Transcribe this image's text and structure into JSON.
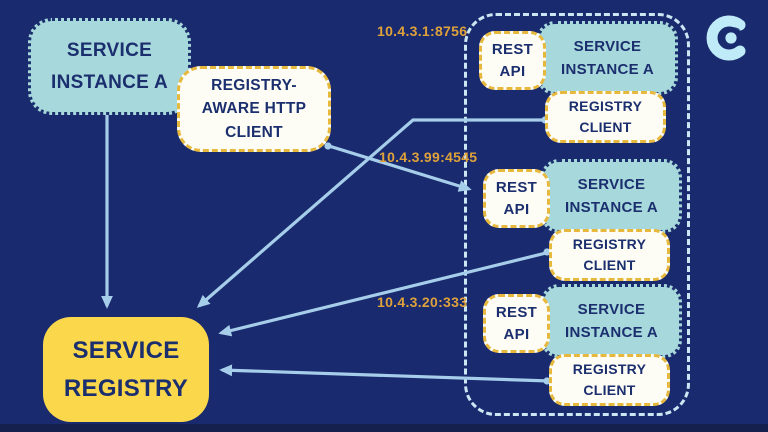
{
  "nodes": {
    "service_instance_main": {
      "lines": [
        "SERVICE",
        "INSTANCE A"
      ]
    },
    "registry_aware_client": {
      "lines": [
        "REGISTRY-",
        "AWARE HTTP",
        "CLIENT"
      ]
    },
    "service_registry": {
      "lines": [
        "SERVICE",
        "REGISTRY"
      ]
    }
  },
  "groups": [
    {
      "ip": "10.4.3.1:8756",
      "rest_api": [
        "REST",
        "API"
      ],
      "instance": [
        "SERVICE",
        "INSTANCE A"
      ],
      "registry_client": [
        "REGISTRY",
        "CLIENT"
      ]
    },
    {
      "ip": "10.4.3.99:4545",
      "rest_api": [
        "REST",
        "API"
      ],
      "instance": [
        "SERVICE",
        "INSTANCE A"
      ],
      "registry_client": [
        "REGISTRY",
        "CLIENT"
      ]
    },
    {
      "ip": "10.4.3.20:333",
      "rest_api": [
        "REST",
        "API"
      ],
      "instance": [
        "SERVICE",
        "INSTANCE A"
      ],
      "registry_client": [
        "REGISTRY",
        "CLIENT"
      ]
    }
  ],
  "connections": [
    {
      "from": "service-instance-a-main",
      "to": "service-registry"
    },
    {
      "from": "registry-client-1",
      "to": "service-registry"
    },
    {
      "from": "registry-client-2",
      "to": "service-registry"
    },
    {
      "from": "registry-client-3",
      "to": "service-registry"
    },
    {
      "from": "registry-aware-http-client",
      "to": "rest-api-2"
    }
  ],
  "logo": {
    "name": "c-logo"
  },
  "colors": {
    "background": "#1A2A6E",
    "teal_box": "#A7D8DB",
    "white_box": "#FDFCF5",
    "gold_border": "#E6B93E",
    "yellow_box": "#FBD74B",
    "navy_text": "#1B2F6E",
    "ip_label": "#DFA23B",
    "arrow": "#A6CEEA",
    "cluster_border": "#CBE7F4",
    "logo": "#BFEAF8",
    "bottom_strip": "#15204F"
  }
}
